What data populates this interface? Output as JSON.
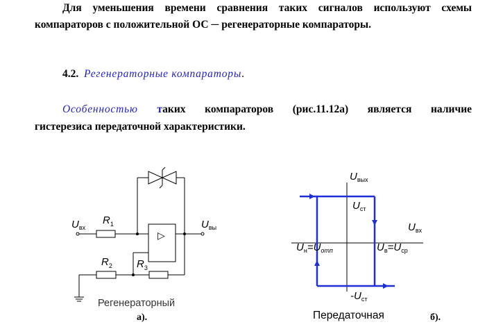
{
  "paragraph1": {
    "line1": "Для уменьшения времени сравнения таких сигналов используют схемы",
    "line2": "компараторов с положительной ОС ─ регенераторные компараторы."
  },
  "heading": {
    "number": "4.2.",
    "title": "Регенераторные компараторы",
    "end": "."
  },
  "paragraph2": {
    "lead_italic": "Особенностью",
    "lead_blue_letter": "т",
    "line1_rest": "аких компараторов (рис.11.12а) является наличие",
    "line2": "гистерезиса передаточной характеристики."
  },
  "circuit": {
    "u_in_main": "U",
    "u_in_sub": "вх",
    "u_out_main": "U",
    "u_out_sub": "вы",
    "r1_main": "R",
    "r1_sub": "1",
    "r2_main": "R",
    "r2_sub": "2",
    "r3_main": "R",
    "r3_sub": "3",
    "opamp_symbol": "▷",
    "caption": "Регенераторный",
    "label": "а)."
  },
  "graph": {
    "y_axis_main": "U",
    "y_axis_sub": "вых",
    "x_axis_main": "U",
    "x_axis_sub": "вх",
    "top_main": "U",
    "top_sub": "ст",
    "bottom_main": "-U",
    "bottom_sub": "ст",
    "un_main": "U",
    "un_sub": "н",
    "un_eq": "=U",
    "un_eq_sub": "отп",
    "uv_main": "U",
    "uv_sub": "в",
    "uv_eq": "=U",
    "uv_eq_sub": "ср",
    "caption": "Передаточная",
    "label": "б)."
  },
  "colors": {
    "curve": "#1f2fd6",
    "link_text": "#1f1fd0",
    "axis": "#000000"
  }
}
